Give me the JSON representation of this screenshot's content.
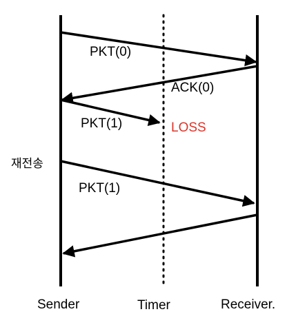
{
  "colors": {
    "line": "#000000",
    "loss": "#d9362b",
    "background": "#ffffff"
  },
  "lanes": {
    "sender": "Sender",
    "timer": "Timer",
    "receiver": "Receiver."
  },
  "messages": {
    "pkt0": "PKT(0)",
    "ack0": "ACK(0)",
    "pkt1_lost": "PKT(1)",
    "loss": "LOSS",
    "pkt1_resend": "PKT(1)"
  },
  "annotations": {
    "retransmit": "재전송"
  }
}
